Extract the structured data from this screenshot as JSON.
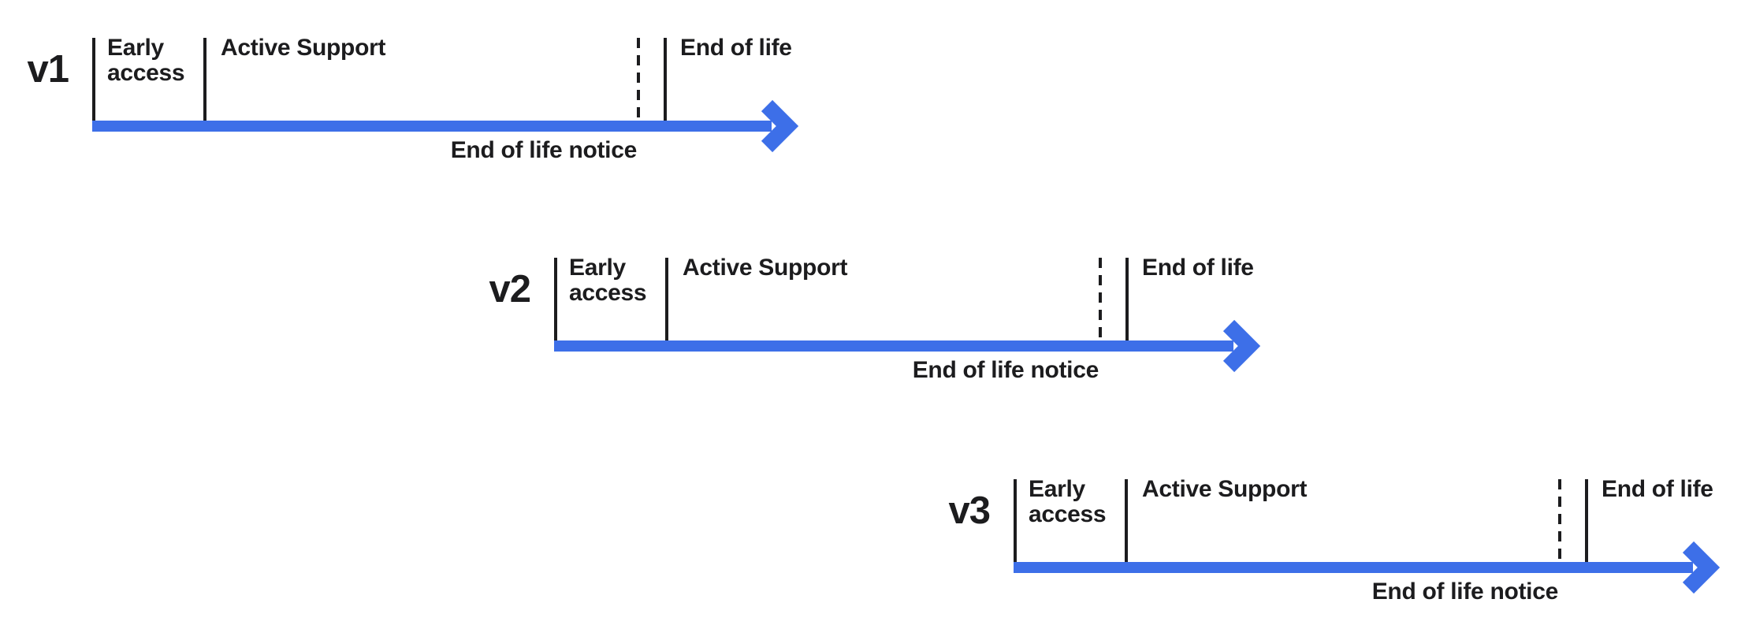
{
  "colors": {
    "page_bg": "#ffffff",
    "arrow_blue": "#3d6fe8",
    "ink": "#1c1c1e"
  },
  "diagram": {
    "type": "version-lifecycle-timelines",
    "timelines": [
      {
        "version": "v1",
        "labels": {
          "early_access": "Early access",
          "active_support": "Active Support",
          "end_of_life": "End of life",
          "end_of_life_notice": "End of life notice"
        }
      },
      {
        "version": "v2",
        "labels": {
          "early_access": "Early access",
          "active_support": "Active Support",
          "end_of_life": "End of life",
          "end_of_life_notice": "End of life notice"
        }
      },
      {
        "version": "v3",
        "labels": {
          "early_access": "Early access",
          "active_support": "Active Support",
          "end_of_life": "End of life",
          "end_of_life_notice": "End of life notice"
        }
      }
    ]
  }
}
